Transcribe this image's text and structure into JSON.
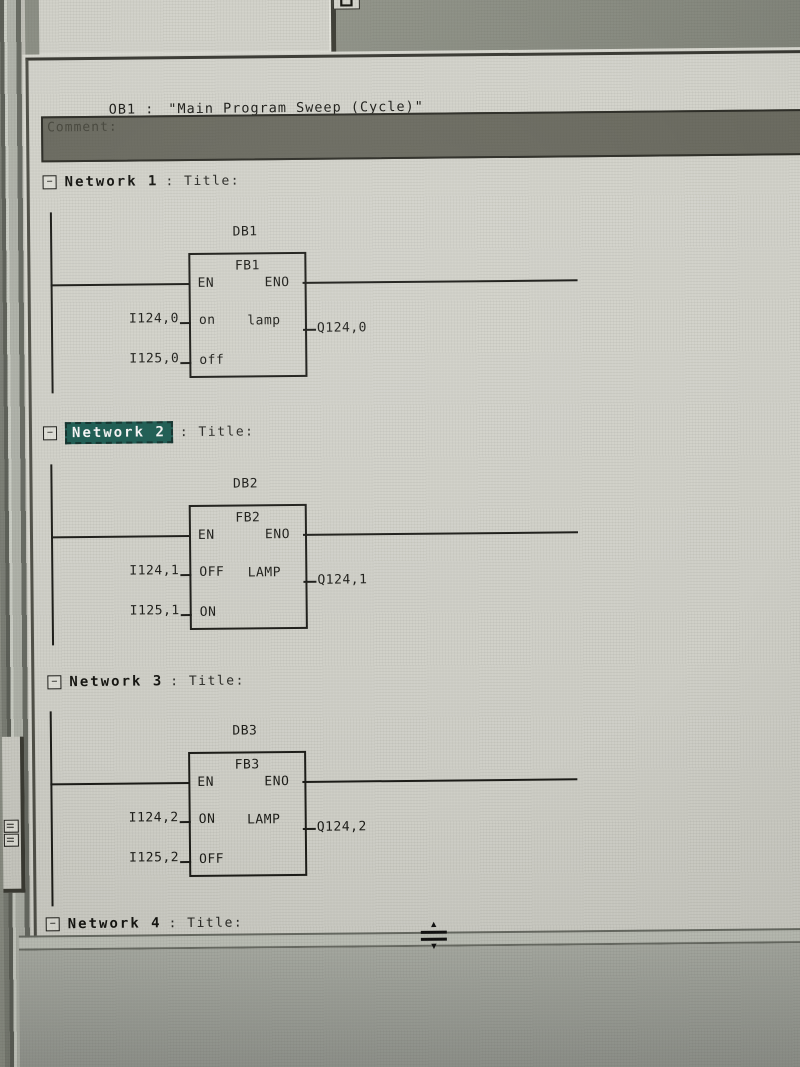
{
  "icons": {
    "collapse_glyph": "−",
    "splitter_up_arrow": "▲",
    "splitter_down_arrow": "▼"
  },
  "colors": {
    "document_bg": "#d8d8d0",
    "desktop_gray": "#8f9288",
    "comment_bar_bg": "#6e6e63",
    "selection_bg": "#1b5e54",
    "selection_text": "#ffffff",
    "line_black": "#1c1c18",
    "lower_pane_bg": "#aaada5"
  },
  "editor": {
    "object_label": "OB1 :",
    "object_title": "\"Main Program Sweep (Cycle)\"",
    "comment_label": "Comment:",
    "networks": [
      {
        "label": "Network 1",
        "suffix": ": Title:",
        "selected": false,
        "db": "DB1",
        "fb": "FB1",
        "en": "EN",
        "eno": "ENO",
        "in1_addr": "I124,0",
        "in1_param": "on",
        "in2_addr": "I125,0",
        "in2_param": "off",
        "out_param": "lamp",
        "out_addr": "Q124,0"
      },
      {
        "label": "Network 2",
        "suffix": ": Title:",
        "selected": true,
        "db": "DB2",
        "fb": "FB2",
        "en": "EN",
        "eno": "ENO",
        "in1_addr": "I124,1",
        "in1_param": "OFF",
        "in2_addr": "I125,1",
        "in2_param": "ON",
        "out_param": "LAMP",
        "out_addr": "Q124,1"
      },
      {
        "label": "Network 3",
        "suffix": ": Title:",
        "selected": false,
        "db": "DB3",
        "fb": "FB3",
        "en": "EN",
        "eno": "ENO",
        "in1_addr": "I124,2",
        "in1_param": "ON",
        "in2_addr": "I125,2",
        "in2_param": "OFF",
        "out_param": "LAMP",
        "out_addr": "Q124,2"
      },
      {
        "label": "Network 4",
        "suffix": ": Title:",
        "selected": false
      }
    ]
  }
}
